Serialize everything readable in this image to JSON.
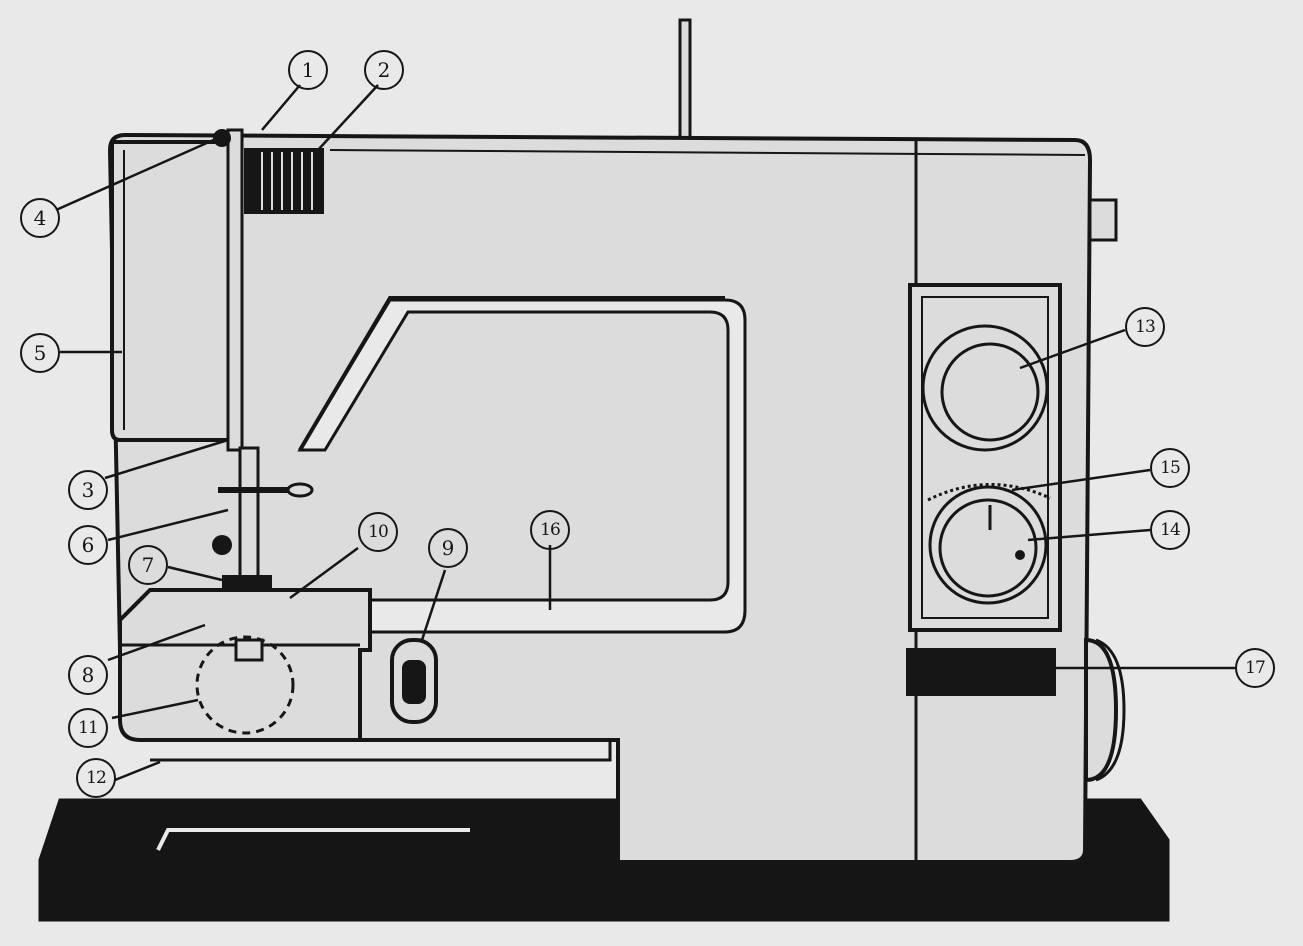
{
  "labels": [
    {
      "id": "1",
      "text": "1"
    },
    {
      "id": "2",
      "text": "2"
    },
    {
      "id": "3",
      "text": "3"
    },
    {
      "id": "4",
      "text": "4"
    },
    {
      "id": "5",
      "text": "5"
    },
    {
      "id": "6",
      "text": "6"
    },
    {
      "id": "7",
      "text": "7"
    },
    {
      "id": "8",
      "text": "8"
    },
    {
      "id": "9",
      "text": "9"
    },
    {
      "id": "10",
      "text": "10"
    },
    {
      "id": "11",
      "text": "11"
    },
    {
      "id": "12",
      "text": "12"
    },
    {
      "id": "13",
      "text": "13"
    },
    {
      "id": "14",
      "text": "14"
    },
    {
      "id": "15",
      "text": "15"
    },
    {
      "id": "16",
      "text": "16"
    },
    {
      "id": "17",
      "text": "17"
    }
  ],
  "colors": {
    "ink": "#161616",
    "paper": "#e9e9e9",
    "body": "#dcdcdc",
    "base": "#151515"
  }
}
